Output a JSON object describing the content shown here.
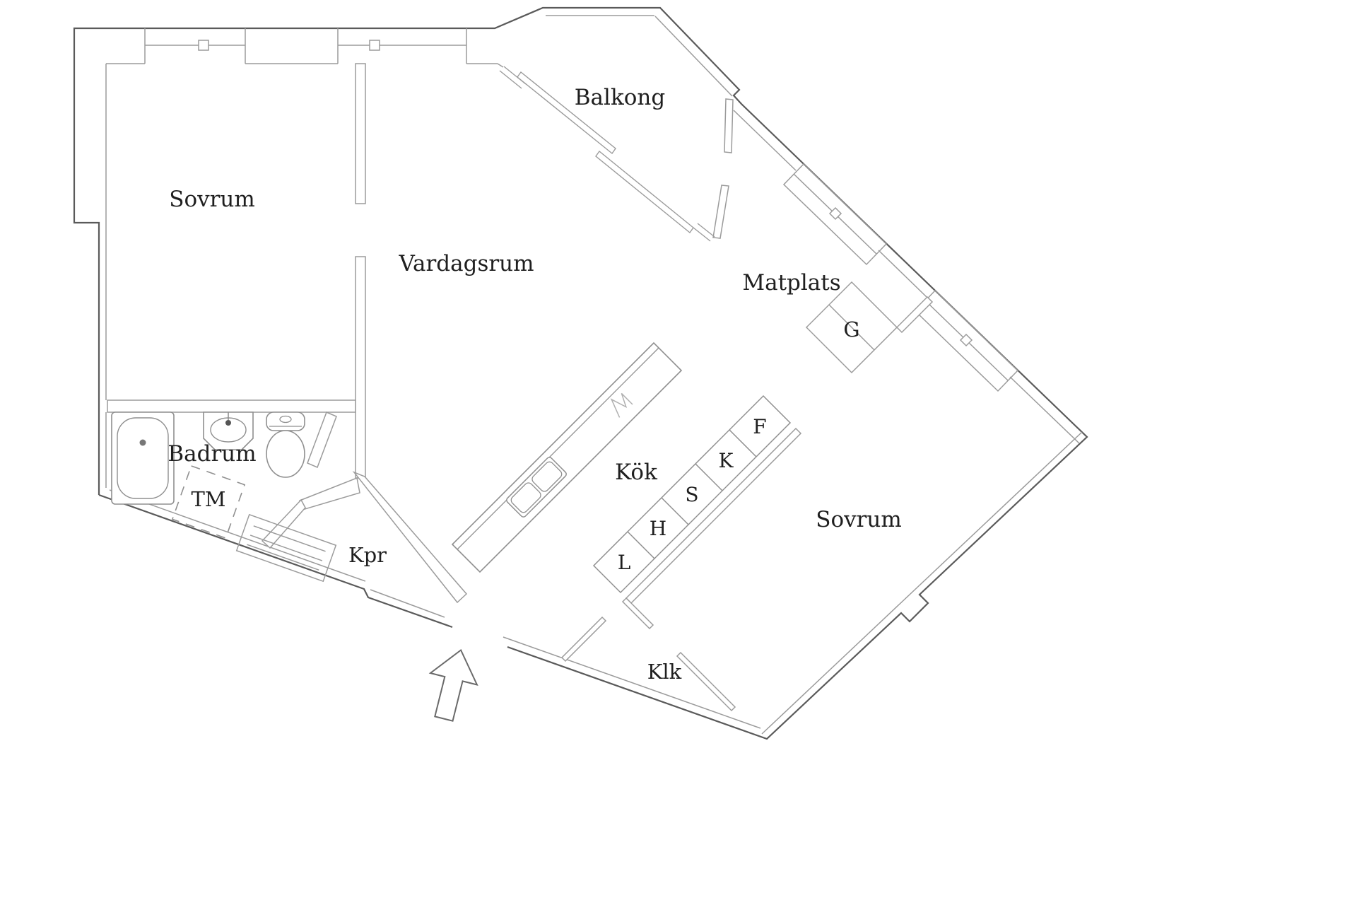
{
  "page": {
    "background": "#ffffff"
  },
  "colors": {
    "wall_outer": "#5a5a5a",
    "wall_inner": "#9b9b9b",
    "fixture": "#8f8f8f",
    "label": "#1f1f1f"
  },
  "floor_plan": {
    "rooms": {
      "bedroom_left": {
        "label": "Sovrum"
      },
      "living_room": {
        "label": "Vardagsrum"
      },
      "balcony": {
        "label": "Balkong"
      },
      "dining": {
        "label": "Matplats"
      },
      "bathroom": {
        "label": "Badrum"
      },
      "hallway": {
        "label": "Kpr"
      },
      "kitchen": {
        "label": "Kök"
      },
      "bedroom_right": {
        "label": "Sovrum"
      },
      "walk_in_closet": {
        "label": "Klk"
      },
      "wardrobe": {
        "label": "G"
      },
      "washing_machine": {
        "label": "TM"
      }
    },
    "appliances": [
      "F",
      "K",
      "S",
      "H",
      "L"
    ]
  }
}
